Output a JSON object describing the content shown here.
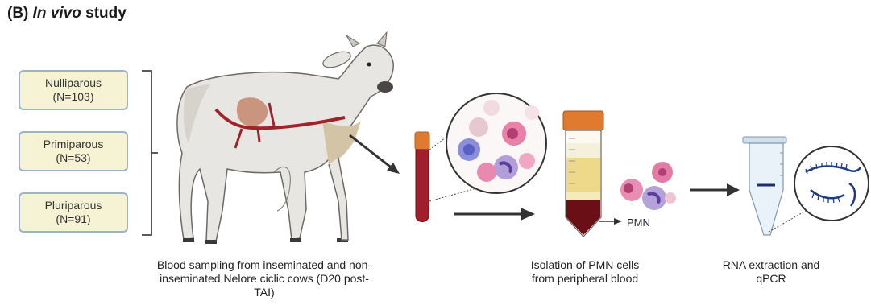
{
  "title": {
    "prefix": "(B) ",
    "italic": "In vivo",
    "suffix": " study"
  },
  "groups": [
    {
      "name": "Nulliparous",
      "n": "(N=103)"
    },
    {
      "name": "Primiparous",
      "n": "(N=53)"
    },
    {
      "name": "Pluriparous",
      "n": "(N=91)"
    }
  ],
  "labels": {
    "pmn": "PMN"
  },
  "captions": {
    "blood": [
      "Blood sampling from inseminated and non-",
      "inseminated Nelore ciclic cows (D20 post-",
      "TAI)"
    ],
    "isolation": [
      "Isolation of PMN cells",
      "from peripheral blood"
    ],
    "rna": [
      "RNA extraction and",
      "qPCR"
    ]
  },
  "colors": {
    "box_fill": "#f6f3d4",
    "box_border": "#9cb3c9",
    "blood": "#8c1b24",
    "cap": "#e07a2e",
    "arrow": "#333333"
  }
}
